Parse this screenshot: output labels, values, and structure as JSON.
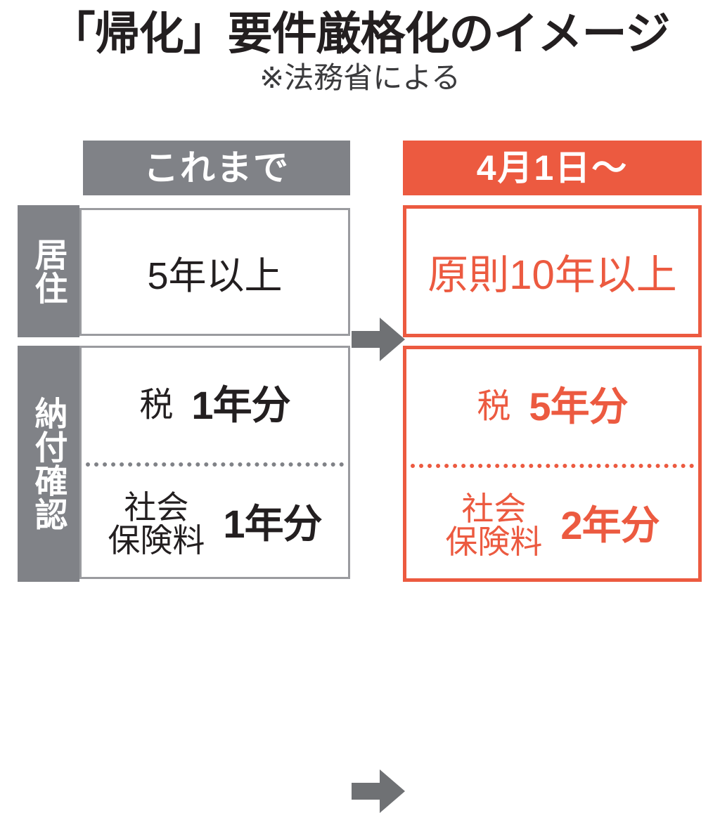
{
  "title": {
    "main": "「帰化」要件厳格化のイメージ",
    "sub": "※法務省による"
  },
  "colors": {
    "accent": "#ec5a40",
    "gray": "#808287",
    "ink": "#231f20",
    "box_border_gray": "#9a9b9f"
  },
  "columns": {
    "old": {
      "header": "これまで"
    },
    "new": {
      "header": "4月1日〜"
    }
  },
  "rows": [
    {
      "label": "居住",
      "old": {
        "value": "5年以上"
      },
      "new": {
        "value": "原則10年以上"
      },
      "arrow": "arrow-right-icon"
    },
    {
      "label": "納付確認",
      "old": {
        "items": [
          {
            "name": "税",
            "value": "1年分"
          },
          {
            "name_line1": "社会",
            "name_line2": "保険料",
            "value": "1年分"
          }
        ]
      },
      "new": {
        "items": [
          {
            "name": "税",
            "value": "5年分"
          },
          {
            "name_line1": "社会",
            "name_line2": "保険料",
            "value": "2年分"
          }
        ]
      },
      "arrow": "arrow-right-icon"
    }
  ]
}
